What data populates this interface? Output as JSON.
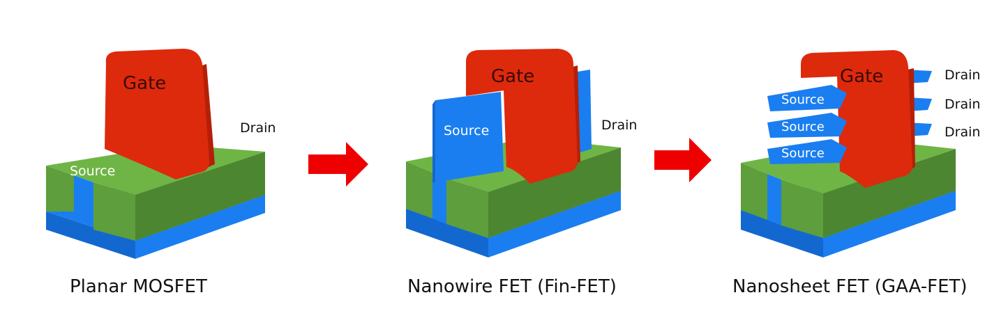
{
  "colors": {
    "gate": "#dd2a0c",
    "gate_dark": "#b51f08",
    "blue": "#1a7ef0",
    "blue_dark": "#1368d0",
    "green": "#5e9e3c",
    "green_top": "#6fb545",
    "green_dark": "#4c8630",
    "arrow": "#ee0000"
  },
  "panels": [
    {
      "caption": "Planar MOSFET",
      "gate_label": "Gate",
      "source_labels": [
        "Source"
      ],
      "drain_labels": [
        "Drain"
      ]
    },
    {
      "caption": "Nanowire FET (Fin-FET)",
      "gate_label": "Gate",
      "source_labels": [
        "Source"
      ],
      "drain_labels": [
        "Drain"
      ]
    },
    {
      "caption": "Nanosheet FET (GAA-FET)",
      "gate_label": "Gate",
      "source_labels": [
        "Source",
        "Source",
        "Source"
      ],
      "drain_labels": [
        "Drain",
        "Drain",
        "Drain"
      ]
    }
  ],
  "arrows": [
    {
      "icon": "right-arrow-icon"
    },
    {
      "icon": "right-arrow-icon"
    }
  ]
}
